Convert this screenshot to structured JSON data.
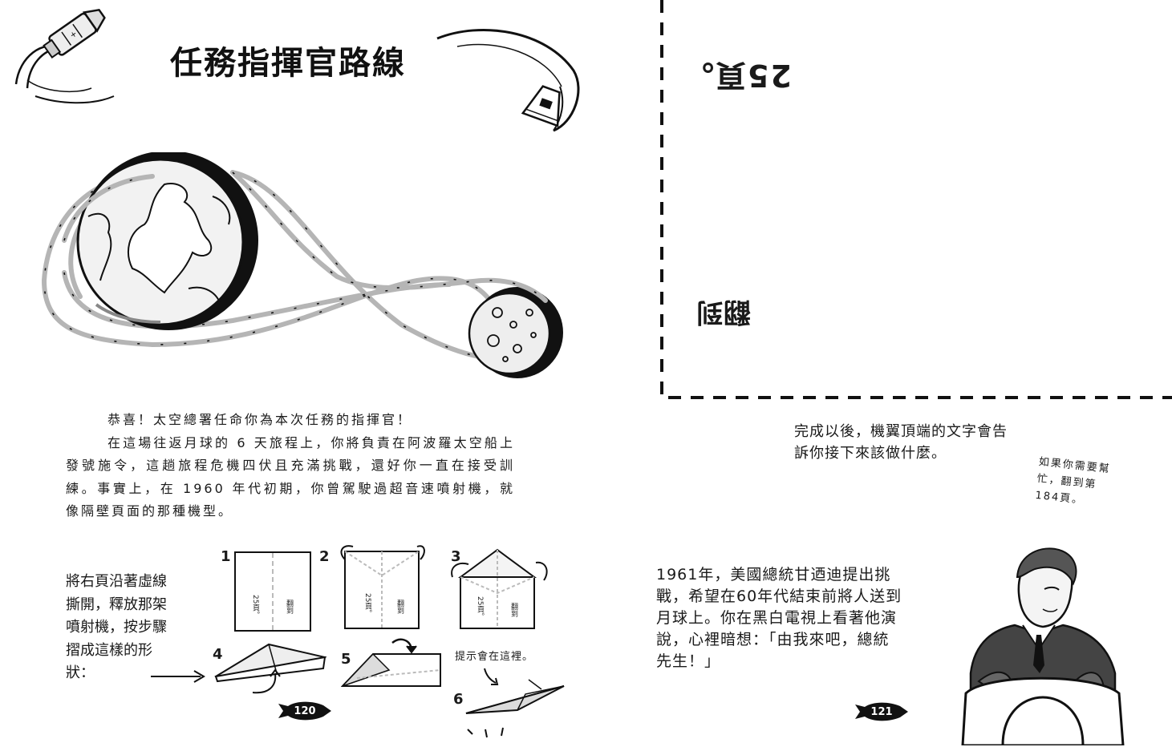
{
  "left_page": {
    "title": "任務指揮官路線",
    "paragraph_1": "恭喜！太空總署任命你為本次任務的指揮官！",
    "paragraph_2": "在這場往返月球的 6 天旅程上，你將負責在阿波羅太空船上發號施令，這趟旅程危機四伏且充滿挑戰，還好你一直在接受訓練。事實上，在 1960 年代初期，你曾駕駛過超音速噴射機，就像隔壁頁面的那種機型。",
    "instruction": "將右頁沿著虛線撕開，釋放那架噴射機，按步驟摺成這樣的形狀：",
    "steps": [
      "1",
      "2",
      "3",
      "4",
      "5",
      "6"
    ],
    "fold_label_page": "25頁。",
    "fold_label_flip": "翻到",
    "hint_text": "提示會在這裡。",
    "page_number": "120"
  },
  "right_page": {
    "rotated_page": "25頁。",
    "rotated_flip": "翻到",
    "after_text": "完成以後，機翼頂端的文字會告訴你接下來該做什麼。",
    "help_text": "如果你需要幫忙，翻到第184頁。",
    "story_text": "1961年，美國總統甘迺迪提出挑戰，希望在60年代結束前將人送到月球上。你在黑白電視上看著他演說，心裡暗想：「由我來吧，總統先生！」",
    "page_number": "121"
  },
  "colors": {
    "ink": "#1a1a1a",
    "orbit_gray": "#b5b5b5",
    "earth_shadow": "#111111",
    "earth_fill": "#f2f2f2",
    "fold_gray": "#dcdcdc"
  },
  "icons": [
    "capsule-icon",
    "command-module-icon",
    "earth-icon",
    "moon-icon",
    "paper-plane-icon",
    "rocket-badge-icon",
    "president-illustration"
  ]
}
